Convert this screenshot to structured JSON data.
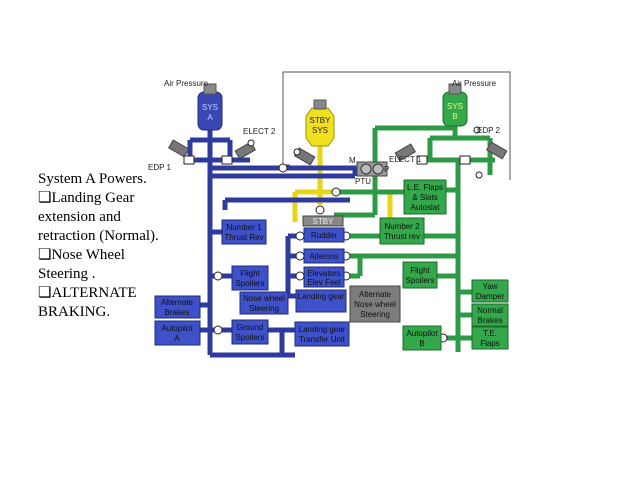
{
  "notes": {
    "line1": "System A Powers.",
    "line2": "❏Landing Gear",
    "line3": "extension and",
    "line4": "retraction (Normal).",
    "line5": "❏Nose Wheel",
    "line6": "Steering .",
    "line7": "❏ALTERNATE",
    "line8": "BRAKING."
  },
  "labels": {
    "air_pressure_a": "Air Pressure",
    "air_pressure_b": "Air Pressure",
    "sys_a_1": "SYS",
    "sys_a_2": "A",
    "sys_b_1": "SYS",
    "sys_b_2": "B",
    "stby_1": "STBY",
    "stby_2": "SYS",
    "elect2": "ELECT 2",
    "elect1": "ELECT 1",
    "edp1": "EDP 1",
    "edp2": "EDP 2",
    "m": "M",
    "p": "P",
    "ptu": "PTU",
    "stby_strip": "STBY"
  },
  "boxes": {
    "number1_thrust_rev": [
      "Number 1",
      "Thrust Rev"
    ],
    "rudder": [
      "Rudder"
    ],
    "ailerons": [
      "Ailerons"
    ],
    "elevators": [
      "Elevators",
      "Elev Feel"
    ],
    "flight_spoilers_a": [
      "Flight",
      "Spoilers"
    ],
    "nose_wheel_steering": [
      "Nose wheel",
      "Steering"
    ],
    "landing_gear": [
      "Landing gear"
    ],
    "alternate_nose_wheel": [
      "Alternate",
      "Nose wheel",
      "Steering"
    ],
    "alternate_brakes": [
      "Alternate",
      "Brakes"
    ],
    "autopilot_a": [
      "Autopilot",
      "A"
    ],
    "ground_spoilers": [
      "Ground",
      "Spoilers"
    ],
    "landing_gear_transfer": [
      "Landing gear",
      "Transfer Unit"
    ],
    "le_flaps": [
      "L.E. Flaps",
      "& Slats",
      "Autoslat"
    ],
    "number2_thrust_rev": [
      "Number 2",
      "Thrust rev"
    ],
    "flight_spoilers_b": [
      "Flight",
      "Spoilers"
    ],
    "yaw_damper": [
      "Yaw",
      "Damper"
    ],
    "normal_brakes": [
      "Normal",
      "Brakes"
    ],
    "te_flaps": [
      "T.E.",
      "Flaps"
    ],
    "autopilot_b": [
      "Autopilot",
      "B"
    ]
  },
  "colors": {
    "system_a": "#2e3a9e",
    "system_a_box": "#3f51c8",
    "system_b": "#2f9a45",
    "system_b_box": "#33a84b",
    "standby": "#e8d51a",
    "alternate_gray": "#7d7d7d",
    "tank_gray": "#8c8c8c"
  }
}
